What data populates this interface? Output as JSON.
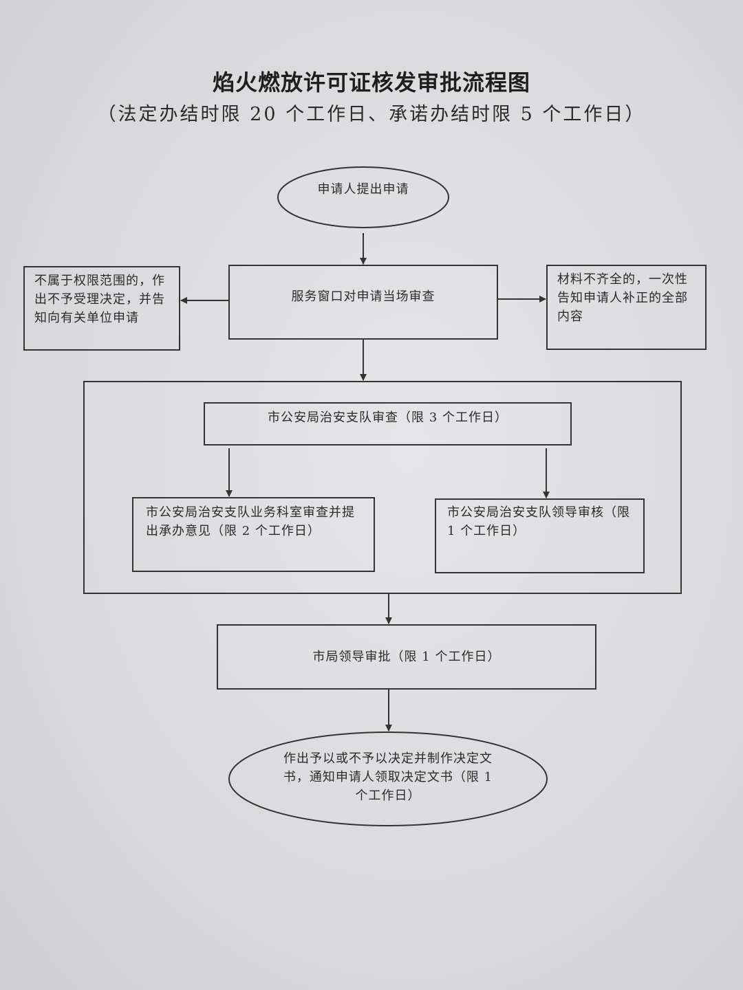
{
  "title": "焰火燃放许可证核发审批流程图",
  "subtitle": "（法定办结时限 20 个工作日、承诺办结时限 5 个工作日）",
  "nodes": {
    "start": "申请人提出申请",
    "window_review": "服务窗口对申请当场审查",
    "reject_left": "不属于权限范围的，作出不予受理决定，并告知向有关单位申请",
    "incomplete_right": "材料不齐全的，一次性告知申请人补正的全部内容",
    "team_review": "市公安局治安支队审查（限 3 个工作日）",
    "dept_review": "市公安局治安支队业务科室审查并提出承办意见（限 2 个工作日）",
    "leader_review": "市公安局治安支队领导审核（限 1 个工作日）",
    "city_approval": "市局领导审批（限 1 个工作日）",
    "decision": "作出予以或不予以决定并制作决定文书，通知申请人领取决定文书（限 1 个工作日）"
  }
}
